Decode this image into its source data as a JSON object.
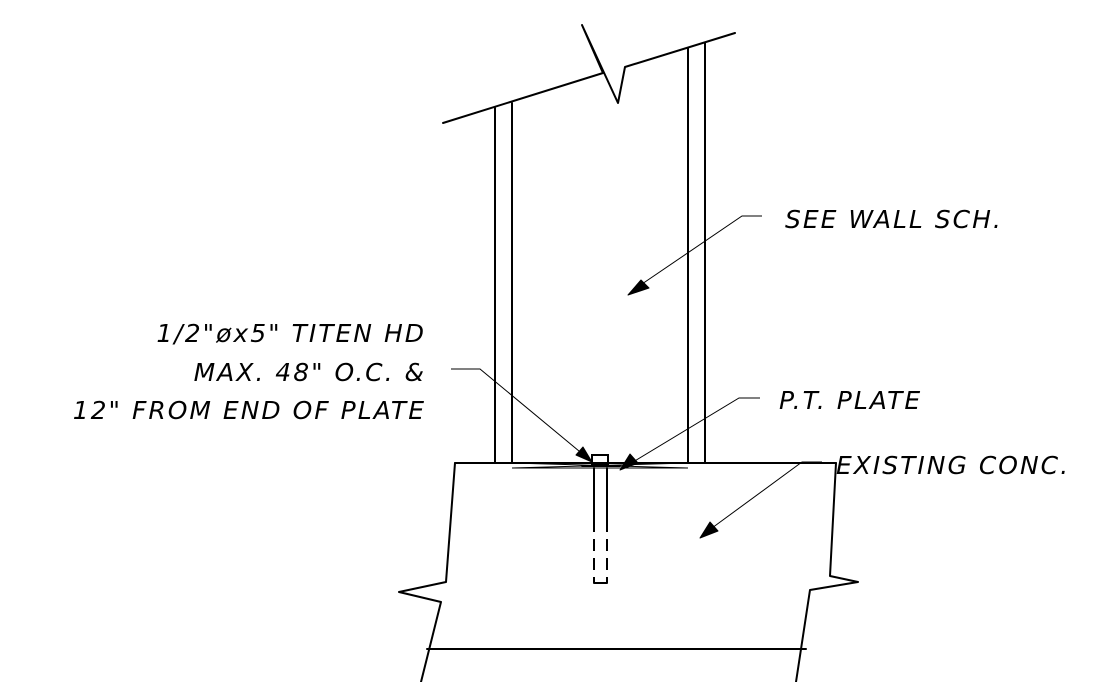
{
  "notes": {
    "wall": "SEE WALL SCH.",
    "anchor_line1": "1/2\"øx5\" TITEN HD",
    "anchor_line2": "MAX. 48\" O.C. &",
    "anchor_line3": "12\" FROM END OF PLATE",
    "plate": "P.T. PLATE",
    "concrete": "EXISTING CONC."
  },
  "colors": {
    "line": "#000000",
    "background": "#ffffff"
  }
}
